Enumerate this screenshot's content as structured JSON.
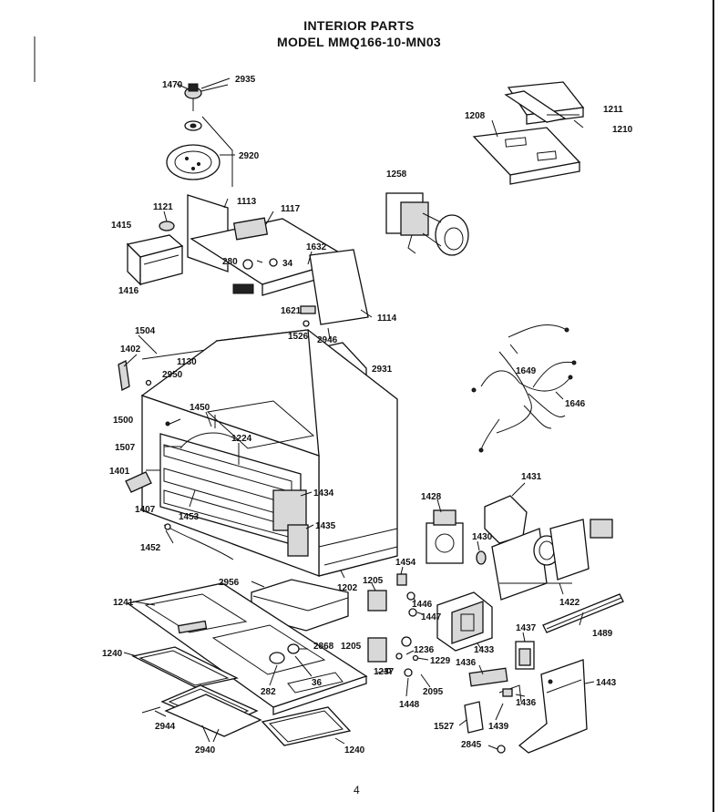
{
  "header": {
    "title": "INTERIOR PARTS",
    "model": "MODEL MMQ166-10-MN03"
  },
  "page_number": "4",
  "part_labels": [
    "1470",
    "2935",
    "2920",
    "1211",
    "1208",
    "1210",
    "1258",
    "1113",
    "1117",
    "1121",
    "1415",
    "1416",
    "1632",
    "280",
    "34",
    "1114",
    "1621",
    "1526",
    "2946",
    "1504",
    "1402",
    "1130",
    "2950",
    "2931",
    "1649",
    "1646",
    "1500",
    "1450",
    "1224",
    "1507",
    "1401",
    "1407",
    "1434",
    "1453",
    "1435",
    "1452",
    "1428",
    "1431",
    "1430",
    "1454",
    "2956",
    "1205",
    "1446",
    "1422",
    "1241",
    "1202",
    "1447",
    "1489",
    "1437",
    "1433",
    "2868",
    "1236",
    "1205",
    "1229",
    "1240",
    "1436",
    "36",
    "1237",
    "1443",
    "282",
    "1448",
    "2095",
    "1436",
    "2944",
    "1527",
    "1439",
    "2940",
    "1240",
    "2845"
  ]
}
